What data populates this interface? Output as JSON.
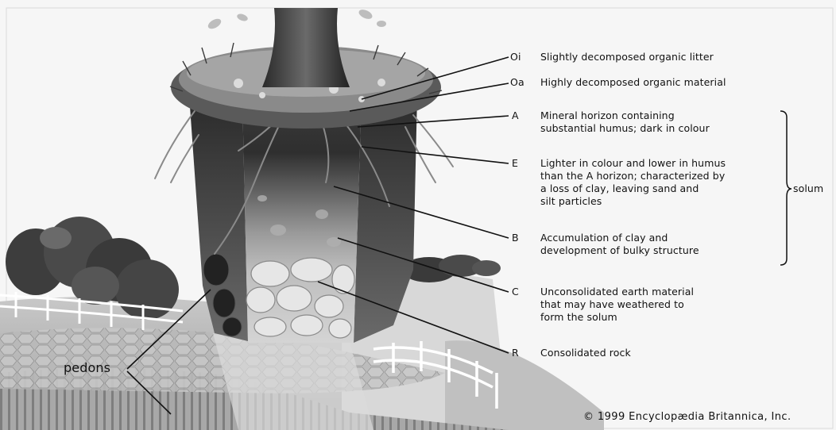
{
  "horizons": [
    {
      "code": "Oi",
      "description": "Slightly decomposed organic litter"
    },
    {
      "code": "Oa",
      "description": "Highly decomposed organic material"
    },
    {
      "code": "A",
      "description": "Mineral horizon containing\nsubstantial humus; dark in colour"
    },
    {
      "code": "E",
      "description": "Lighter in colour and lower in humus\nthan the A horizon; characterized by\na loss of clay, leaving sand and\nsilt particles"
    },
    {
      "code": "B",
      "description": "Accumulation of clay and\ndevelopment of bulky structure"
    },
    {
      "code": "C",
      "description": "Unconsolidated earth material\nthat may have weathered to\nform the solum"
    },
    {
      "code": "R",
      "description": "Consolidated rock"
    }
  ],
  "solum_label": "solum",
  "pedons_label": "pedons",
  "copyright": "© 1999 Encyclopædia Britannica, Inc."
}
